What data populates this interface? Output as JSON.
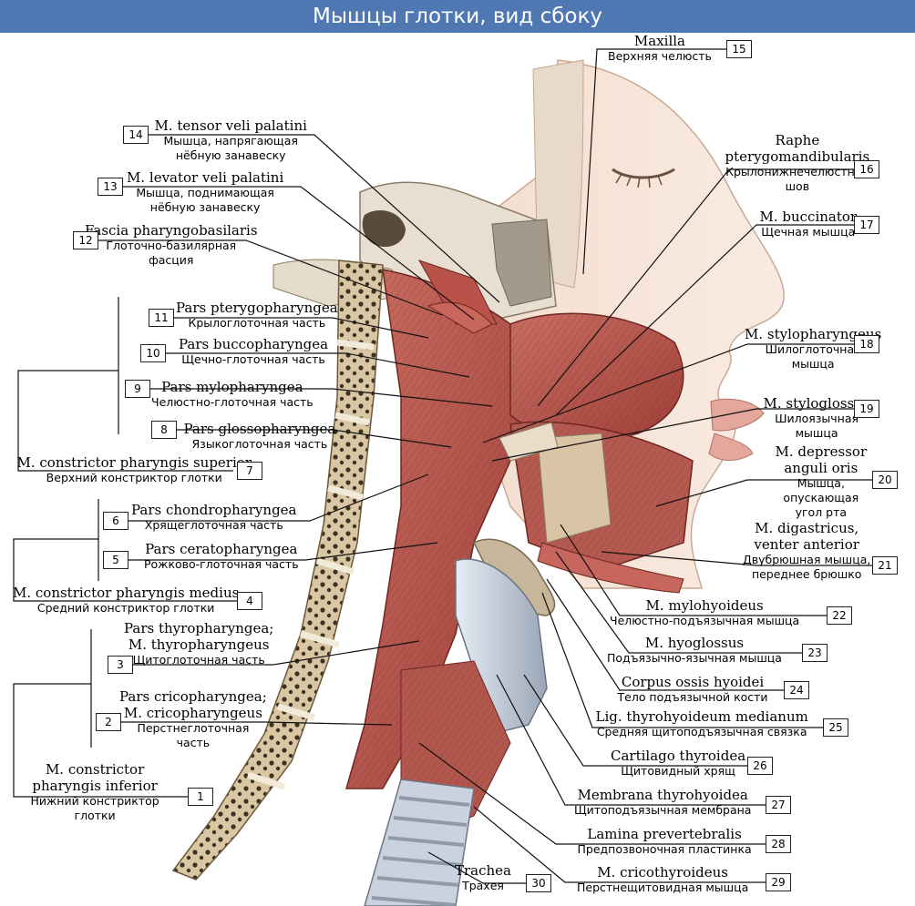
{
  "title": "Мышцы глотки, вид сбоку",
  "labels": [
    {
      "num": "1",
      "latin": [
        "M. constrictor",
        "pharyngis inferior"
      ],
      "russian": [
        "Нижний констриктор",
        "глотки"
      ]
    },
    {
      "num": "2",
      "latin": [
        "Pars cricopharyngea;",
        "M. cricopharyngeus"
      ],
      "russian": [
        "Перстнеглоточная",
        "часть"
      ]
    },
    {
      "num": "3",
      "latin": [
        "Pars thyropharyngea;",
        "M. thyropharyngeus"
      ],
      "russian": [
        "Щитоглоточная часть"
      ]
    },
    {
      "num": "4",
      "latin": [
        "M. constrictor pharyngis medius"
      ],
      "russian": [
        "Средний констриктор глотки"
      ]
    },
    {
      "num": "5",
      "latin": [
        "Pars ceratopharyngea"
      ],
      "russian": [
        "Рожково-глоточная часть"
      ]
    },
    {
      "num": "6",
      "latin": [
        "Pars chondropharyngea"
      ],
      "russian": [
        "Хрящеглоточная часть"
      ]
    },
    {
      "num": "7",
      "latin": [
        "M. constrictor pharyngis superior"
      ],
      "russian": [
        "Верхний констриктор глотки"
      ]
    },
    {
      "num": "8",
      "latin": [
        "Pars glossopharyngea"
      ],
      "russian": [
        "Языкоглоточная часть"
      ]
    },
    {
      "num": "9",
      "latin": [
        "Pars mylopharyngea"
      ],
      "russian": [
        "Челюстно-глоточная часть"
      ]
    },
    {
      "num": "10",
      "latin": [
        "Pars buccopharyngea"
      ],
      "russian": [
        "Щечно-глоточная часть"
      ]
    },
    {
      "num": "11",
      "latin": [
        "Pars pterygopharyngea"
      ],
      "russian": [
        "Крылоглоточная часть"
      ]
    },
    {
      "num": "12",
      "latin": [
        "Fascia pharyngobasilaris"
      ],
      "russian": [
        "Глоточно-базилярная",
        "фасция"
      ]
    },
    {
      "num": "13",
      "latin": [
        "M. levator veli palatini"
      ],
      "russian": [
        "Мышца, поднимающая",
        "нёбную занавеску"
      ]
    },
    {
      "num": "14",
      "latin": [
        "M. tensor veli palatini"
      ],
      "russian": [
        "Мышца, напрягающая",
        "нёбную занавеску"
      ]
    },
    {
      "num": "15",
      "latin": [
        "Maxilla"
      ],
      "russian": [
        "Верхняя челюсть"
      ]
    },
    {
      "num": "16",
      "latin": [
        "Raphe",
        "pterygomandibularis"
      ],
      "russian": [
        "Крылонижнечелюстной",
        "шов"
      ]
    },
    {
      "num": "17",
      "latin": [
        "M. buccinator"
      ],
      "russian": [
        "Щечная мышца"
      ]
    },
    {
      "num": "18",
      "latin": [
        "M. stylopharyngeus"
      ],
      "russian": [
        "Шилоглоточная",
        "мышца"
      ]
    },
    {
      "num": "19",
      "latin": [
        "M. styloglossus"
      ],
      "russian": [
        "Шилоязычная",
        "мышца"
      ]
    },
    {
      "num": "20",
      "latin": [
        "M. depressor",
        "anguli oris"
      ],
      "russian": [
        "Мышца,",
        "опускающая",
        "угол рта"
      ]
    },
    {
      "num": "21",
      "latin": [
        "M. digastricus,",
        "venter anterior"
      ],
      "russian": [
        "Двубрюшная мышца,",
        "переднее брюшко"
      ]
    },
    {
      "num": "22",
      "latin": [
        "M. mylohyoideus"
      ],
      "russian": [
        "Челюстно-подъязычная мышца"
      ]
    },
    {
      "num": "23",
      "latin": [
        "M. hyoglossus"
      ],
      "russian": [
        "Подъязычно-язычная мышца"
      ]
    },
    {
      "num": "24",
      "latin": [
        "Corpus ossis hyoidei"
      ],
      "russian": [
        "Тело подъязычной кости"
      ]
    },
    {
      "num": "25",
      "latin": [
        "Lig. thyrohyoideum medianum"
      ],
      "russian": [
        "Средняя щитоподъязычная связка"
      ]
    },
    {
      "num": "26",
      "latin": [
        "Cartilago thyroidea"
      ],
      "russian": [
        "Щитовидный хрящ"
      ]
    },
    {
      "num": "27",
      "latin": [
        "Membrana thyrohyoidea"
      ],
      "russian": [
        "Щитоподъязычная мембрана"
      ]
    },
    {
      "num": "28",
      "latin": [
        "Lamina prevertebralis"
      ],
      "russian": [
        "Предпозвоночная пластинка"
      ]
    },
    {
      "num": "29",
      "latin": [
        "M. cricothyroideus"
      ],
      "russian": [
        "Перстнещитовидная мышца"
      ]
    },
    {
      "num": "30",
      "latin": [
        "Trachea"
      ],
      "russian": [
        "Трахея"
      ]
    }
  ]
}
